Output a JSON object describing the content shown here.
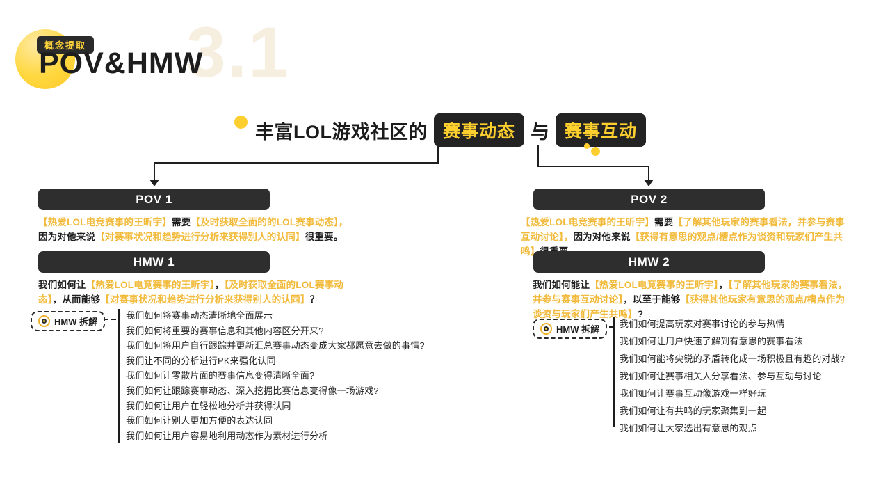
{
  "colors": {
    "yellow_accent": "#fcce2e",
    "yellow_text": "#f2ba3a",
    "dark_box": "#2e2e2e",
    "watermark": "#f6efe0",
    "background": "#ffffff"
  },
  "header": {
    "badge": "概念提取",
    "title": "POV&HMW",
    "watermark": "3.1"
  },
  "main_title": {
    "prefix": "丰富LOL游戏社区的",
    "tag1": "赛事动态",
    "connector": "与",
    "tag2": "赛事互动"
  },
  "left": {
    "pov_title": "POV 1",
    "pov_segments": [
      {
        "t": "【热爱LOL电竞赛事的王昕宇】",
        "y": true
      },
      {
        "t": "需要",
        "y": false
      },
      {
        "t": "【及时获取全面的的LOL赛事动态】，",
        "y": true
      },
      {
        "t": " 因为对他来说",
        "y": false
      },
      {
        "t": "【对赛事状况和趋势进行分析来获得别人的认同】",
        "y": true
      },
      {
        "t": "很重要。",
        "y": false
      }
    ],
    "hmw_title": "HMW 1",
    "hmw_segments": [
      {
        "t": "我们如何让",
        "y": false
      },
      {
        "t": "【热爱LOL电竞赛事的王昕宇】",
        "y": true
      },
      {
        "t": "，",
        "y": false
      },
      {
        "t": "【及时获取全面的LOL赛事动态】",
        "y": true
      },
      {
        "t": "，从而能够",
        "y": false
      },
      {
        "t": "【对赛事状况和趋势进行分析来获得别人的认同】",
        "y": true
      },
      {
        "t": "？",
        "y": false
      }
    ],
    "breakdown_label": "HMW 拆解",
    "items": [
      "我们如何将赛事动态清晰地全面展示",
      "我们如何将重要的赛事信息和其他内容区分开来?",
      "我们如何将用户自行跟踪并更新汇总赛事动态变成大家都愿意去做的事情?",
      "我们让不同的分析进行PK来强化认同",
      "我们如何让零散片面的赛事信息变得清晰全面?",
      "我们如何让跟踪赛事动态、深入挖掘比赛信息变得像一场游戏?",
      "我们如何让用户在轻松地分析并获得认同",
      "我们如何让别人更加方便的表达认同",
      "我们如何让用户容易地利用动态作为素材进行分析"
    ]
  },
  "right": {
    "pov_title": "POV 2",
    "pov_segments": [
      {
        "t": "【热爱LOL电竞赛事的王昕宇】",
        "y": true
      },
      {
        "t": "需要",
        "y": false
      },
      {
        "t": "【了解其他玩家的赛事看法，并参与赛事 互动讨论】，",
        "y": true
      },
      {
        "t": "因为对他来说",
        "y": false
      },
      {
        "t": "【获得有意思的观点/槽点作为谈资和玩家们产生共鸣】",
        "y": true
      },
      {
        "t": "很重要。",
        "y": false
      }
    ],
    "hmw_title": "HMW 2",
    "hmw_segments": [
      {
        "t": "我们如何能让",
        "y": false
      },
      {
        "t": "【热爱LOL电竞赛事的王昕宇】",
        "y": true
      },
      {
        "t": "，",
        "y": false
      },
      {
        "t": "【了解其他玩家的赛事看法，并参与赛事互动讨论】",
        "y": true
      },
      {
        "t": "，以至于能够",
        "y": false
      },
      {
        "t": "【获得其他玩家有意思的观点/槽点作为谈资与玩家们产生共鸣】",
        "y": true
      },
      {
        "t": "?",
        "y": false
      }
    ],
    "breakdown_label": "HMW 拆解",
    "items": [
      "我们如何提高玩家对赛事讨论的参与热情",
      "我们如何让用户快速了解到有意思的赛事看法",
      "我们如何能将尖锐的矛盾转化成一场积极且有趣的对战?",
      "我们如何让赛事相关人分享看法、参与互动与讨论",
      "我们如何让赛事互动像游戏一样好玩",
      "我们如何让有共鸣的玩家聚集到一起",
      "我们如何让大家选出有意思的观点"
    ]
  }
}
